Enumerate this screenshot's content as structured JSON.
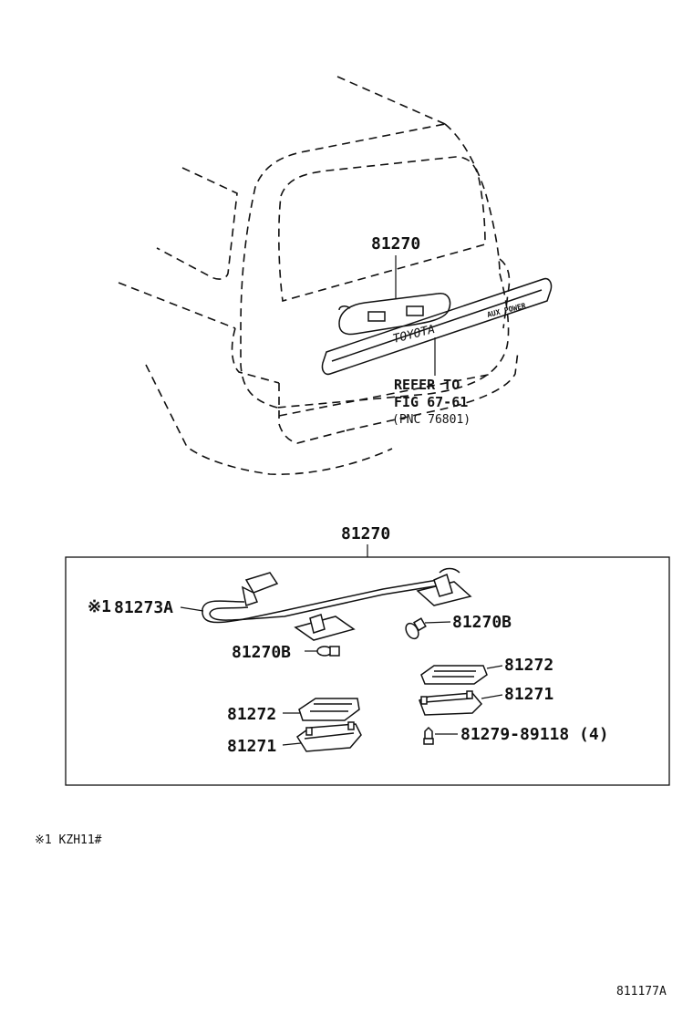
{
  "vehicle_view": {
    "assembly_label": "81270",
    "refer_line1": "REFER TO",
    "refer_line2": "FIG 67-61",
    "refer_line3": "(PNC 76801)",
    "emblem_text": "TOYOTA",
    "badge_text": "AUX POWER"
  },
  "exploded_view": {
    "assembly_label": "81270",
    "note_marker": "※1",
    "harness_label": "81273A",
    "bulb_left_label": "81270B",
    "bulb_right_label": "81270B",
    "lens_left_label": "81272",
    "housing_left_label": "81271",
    "lens_right_label": "81272",
    "housing_right_label": "81271",
    "screw_label": "81279-89118 (4)"
  },
  "footnote": "※1  KZH11#",
  "figure_code": "811177A"
}
